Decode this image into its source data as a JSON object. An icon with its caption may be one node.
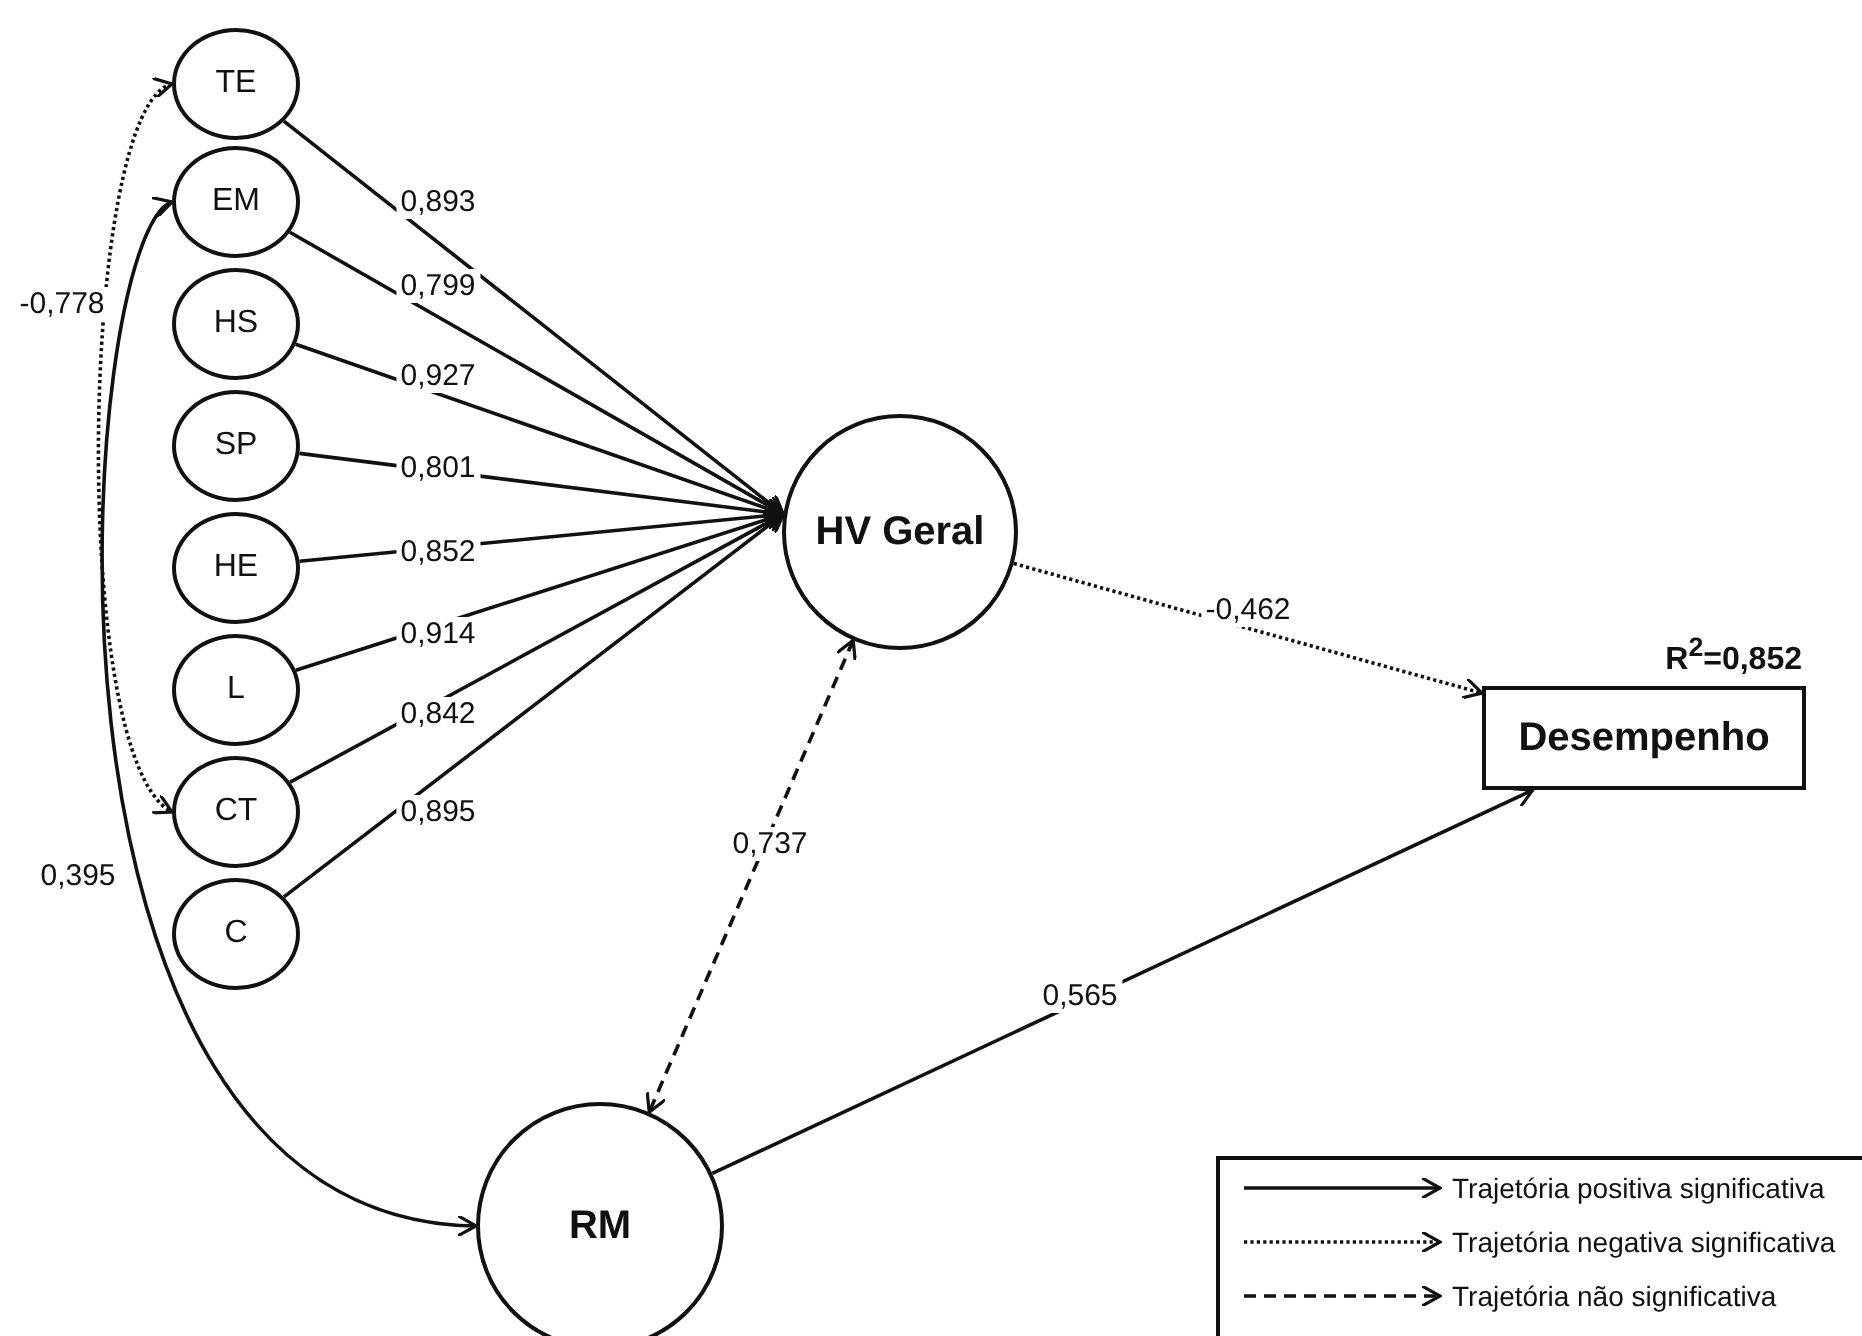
{
  "diagram": {
    "nodes": [
      {
        "text": [
          "TE"
        ]
      },
      {
        "text": [
          "EM"
        ]
      },
      {
        "text": [
          "HS"
        ]
      },
      {
        "text": [
          "SP"
        ]
      },
      {
        "text": [
          "HE"
        ]
      },
      {
        "text": [
          "L"
        ]
      },
      {
        "text": [
          "CT"
        ]
      },
      {
        "text": [
          "C"
        ]
      },
      {
        "text": [
          "HV Geral"
        ]
      },
      {
        "text": [
          "Desempenho"
        ],
        "beside": [
          "R$^{2}$=0,852"
        ]
      },
      {
        "text": [
          "RM"
        ]
      }
    ],
    "edges": [
      {
        "from": 0,
        "to": 8,
        "arrow": "to",
        "label": "0,893"
      },
      {
        "from": 1,
        "to": 8,
        "arrow": "to",
        "label": "0,799"
      },
      {
        "from": 2,
        "to": 8,
        "arrow": "to",
        "label": "0,927"
      },
      {
        "from": 3,
        "to": 8,
        "arrow": "to",
        "label": "0,801"
      },
      {
        "from": 4,
        "to": 8,
        "arrow": "to",
        "label": "0,852"
      },
      {
        "from": 5,
        "to": 8,
        "arrow": "to",
        "label": "0,914"
      },
      {
        "from": 6,
        "to": 8,
        "arrow": "to",
        "label": "0,842"
      },
      {
        "from": 7,
        "to": 8,
        "arrow": "to",
        "label": "0,895"
      },
      {
        "from": 8,
        "to": 9,
        "arrow": "to",
        "label": "-0,462",
        "style": "dashed"
      },
      {
        "from": 10,
        "to": 9,
        "arrow": "to",
        "label": "0,565"
      },
      {
        "from": 8,
        "to": 10,
        "arrow": "both",
        "label": "0,737",
        "style": "dashed"
      },
      {
        "from": 0,
        "to": 6,
        "arrow": "both",
        "label": "-0,778",
        "style": "dashed"
      },
      {
        "from": 1,
        "to": 10,
        "arrow": "both",
        "label": "0,395"
      }
    ],
    "legend": [
      {
        "text": "Trajetória positiva significativa"
      },
      {
        "text": "Trajetória negativa significativa"
      },
      {
        "text": "Trajetória não significativa"
      }
    ]
  }
}
